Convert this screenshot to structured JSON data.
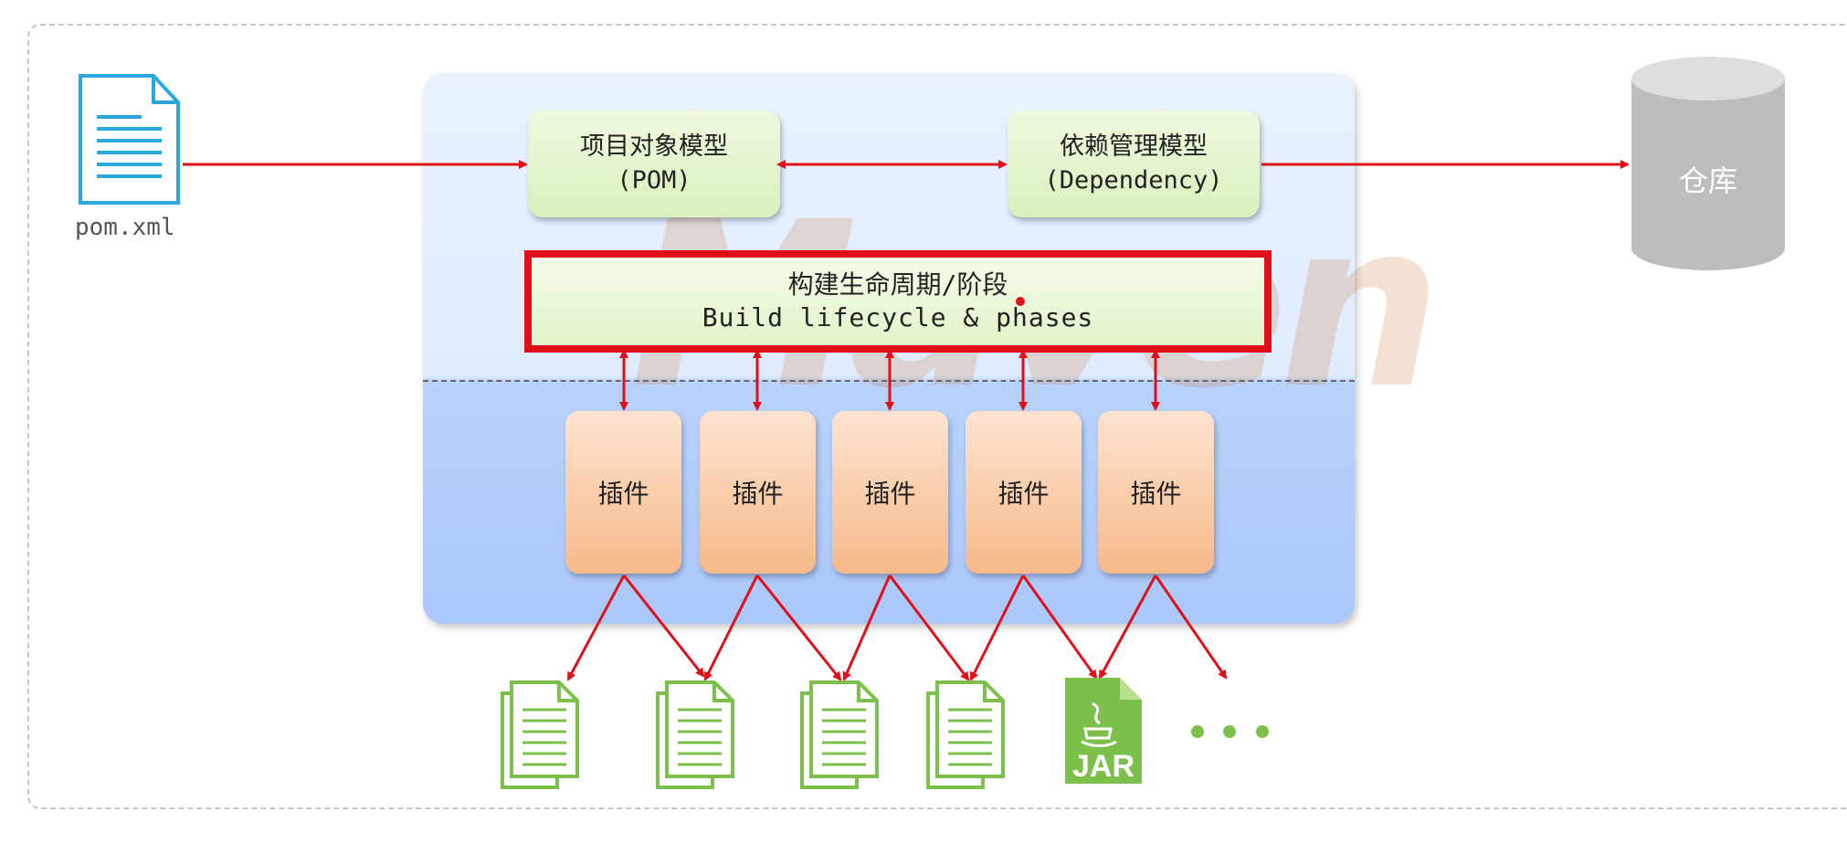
{
  "pom_file": {
    "label": "pom.xml",
    "icon": "document-icon"
  },
  "watermark": "Maven",
  "pom_model": {
    "line1": "项目对象模型",
    "line2": "(POM)"
  },
  "dependency_model": {
    "line1": "依赖管理模型",
    "line2": "(Dependency)"
  },
  "repository": {
    "label": "仓库",
    "icon": "database-cylinder-icon"
  },
  "lifecycle": {
    "line1": "构建生命周期/阶段",
    "line2": "Build lifecycle & phases"
  },
  "plugins": [
    {
      "label": "插件"
    },
    {
      "label": "插件"
    },
    {
      "label": "插件"
    },
    {
      "label": "插件"
    },
    {
      "label": "插件"
    }
  ],
  "outputs": {
    "jar_label": "JAR",
    "ellipsis": "...",
    "icons": [
      "stacked-documents-icon",
      "stacked-documents-icon",
      "stacked-documents-icon",
      "stacked-documents-icon",
      "jar-file-icon"
    ]
  },
  "colors": {
    "arrow": "#e0101a",
    "green_box": "#dcf1c2",
    "plugin": "#f8c39b",
    "panel": "#e4eefd",
    "repo": "#bdbdbd",
    "output_icon": "#7cc04b",
    "pom_icon": "#2aa7de"
  }
}
